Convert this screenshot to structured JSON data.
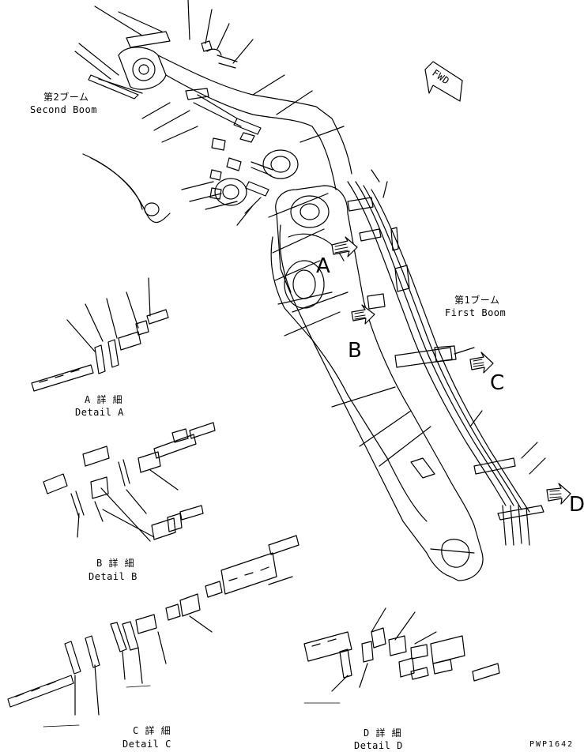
{
  "labels": {
    "second_boom_jp": "第2ブーム",
    "second_boom_en": "Second Boom",
    "first_boom_jp": "第1ブーム",
    "first_boom_en": "First Boom",
    "fwd": "FWD",
    "arrow_a": "A",
    "arrow_b": "B",
    "arrow_c": "C",
    "arrow_d": "D",
    "detail_a_jp": "A 詳 細",
    "detail_a_en": "Detail A",
    "detail_b_jp": "B 詳 細",
    "detail_b_en": "Detail B",
    "detail_c_jp": "C 詳 細",
    "detail_c_en": "Detail C",
    "detail_d_jp": "D 詳 細",
    "detail_d_en": "Detail D",
    "drawing_code": "PWP1642"
  },
  "colors": {
    "ink": "#000000",
    "paper": "#ffffff",
    "hatch": "#222222"
  }
}
